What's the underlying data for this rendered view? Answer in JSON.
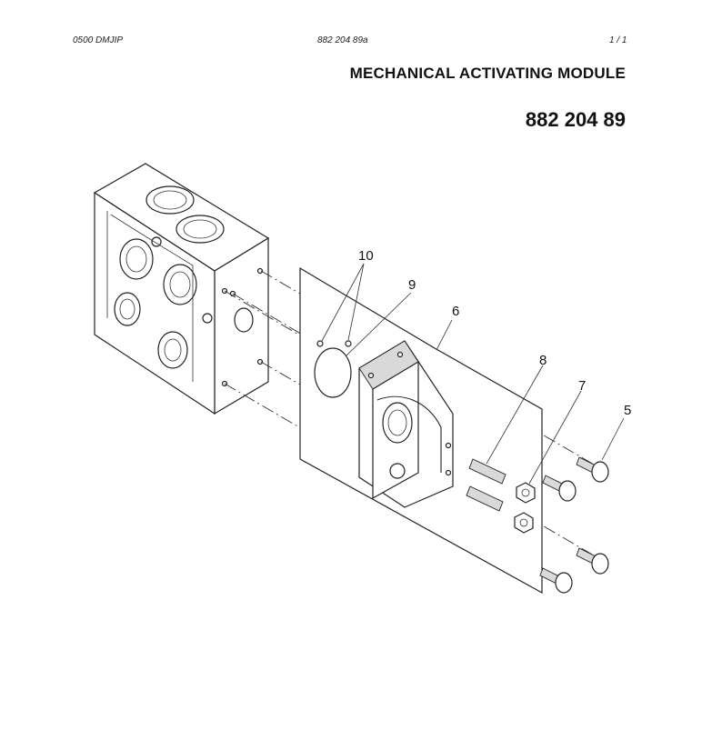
{
  "header": {
    "doc_code": "0500 DMJIP",
    "drawing_ref": "882 204 89a",
    "page": "1  /  1"
  },
  "title": "MECHANICAL ACTIVATING MODULE",
  "part_number": "882 204 89",
  "callouts": {
    "c10": "10",
    "c9": "9",
    "c6": "6",
    "c8": "8",
    "c7": "7",
    "c5": "5"
  }
}
